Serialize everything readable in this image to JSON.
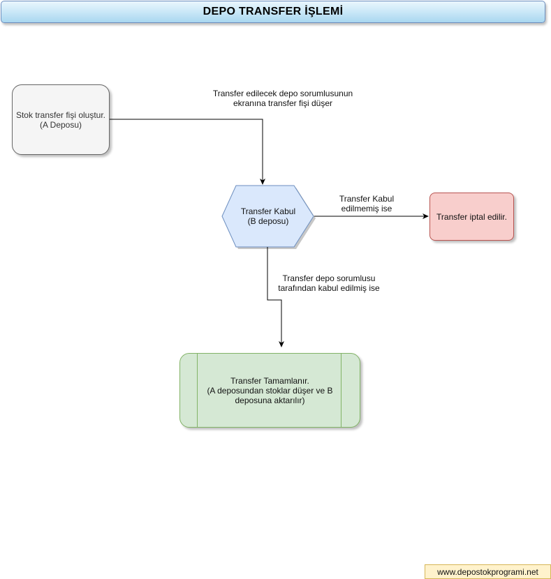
{
  "title": "DEPO TRANSFER İŞLEMİ",
  "nodes": {
    "stok_transfer": "Stok transfer fişi oluştur.\n(A Deposu)",
    "transfer_kabul": "Transfer Kabul\n(B deposu)",
    "transfer_iptal": "Transfer iptal edilir.",
    "transfer_tamam": "Transfer Tamamlanır.\n(A deposundan stoklar düşer ve B deposuna aktarılır)"
  },
  "edges": {
    "to_kabul": "Transfer edilecek depo sorumlusunun\nekranına transfer fişi düşer",
    "to_iptal": "Transfer  Kabul\nedilmemiş ise",
    "to_tamam": "Transfer  depo sorumlusu\ntarafından kabul edilmiş ise"
  },
  "footer": "www.depostokprogrami.net",
  "colors": {
    "title_fill": "#cde9f8",
    "title_border": "#6c8ebf",
    "gray_fill": "#f5f5f5",
    "blue_fill": "#dae8fc",
    "red_fill": "#f8cecc",
    "green_fill": "#d5e8d4",
    "footer_fill": "#fff2cc"
  }
}
